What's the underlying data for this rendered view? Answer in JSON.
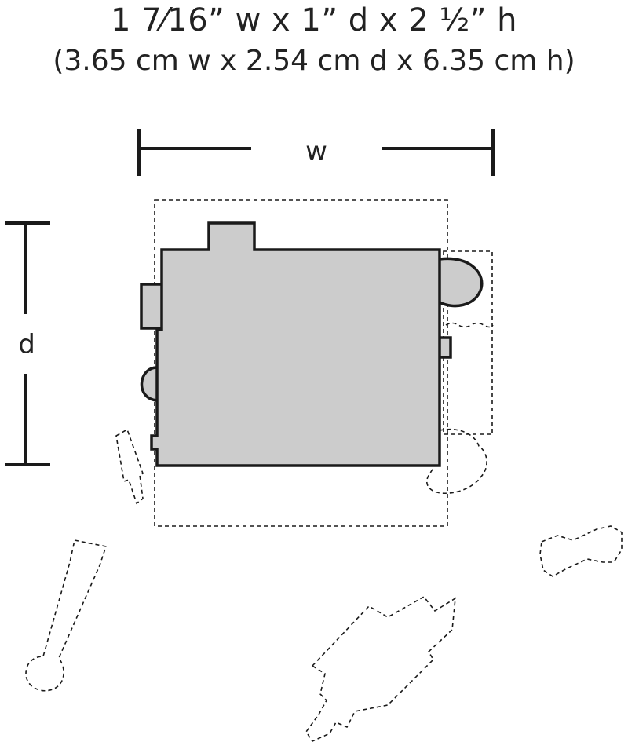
{
  "header": {
    "imperial": "1 7⁄16” w x 1” d x 2 ½” h",
    "metric": "(3.65 cm w x 2.54 cm d x 6.35 cm h)"
  },
  "dimensions": {
    "width_label": "w",
    "depth_label": "d"
  },
  "colors": {
    "body_fill": "#cccccc",
    "stroke": "#1a1a1a",
    "text": "#222222"
  }
}
